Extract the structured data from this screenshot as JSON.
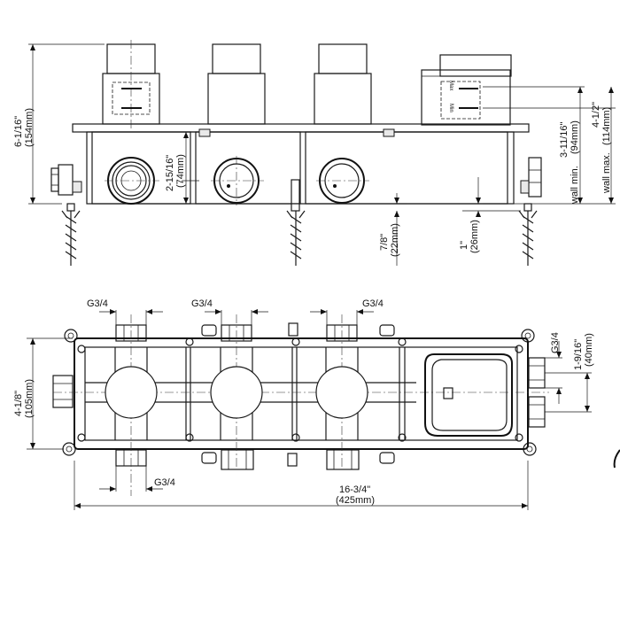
{
  "front_view": {
    "overall_height": {
      "inch": "6-1/16\"",
      "mm": "(154mm)"
    },
    "port_height": {
      "inch": "2-15/16\"",
      "mm": "(74mm)"
    },
    "anchor_depth": {
      "inch": "7/8\"",
      "mm": "(22mm)"
    },
    "anchor_depth_2": {
      "inch": "1\"",
      "mm": "(26mm)"
    },
    "wall_min": {
      "inch": "3-11/16\"",
      "mm": "(94mm)",
      "label": "wall min."
    },
    "wall_max": {
      "inch": "4-1/2\"",
      "mm": "(114mm)",
      "label": "wall max."
    },
    "gauge_max": "Max",
    "gauge_min": "Min"
  },
  "top_view": {
    "thread_top_1": "G3/4",
    "thread_top_2": "G3/4",
    "thread_top_3": "G3/4",
    "thread_bottom": "G3/4",
    "thread_right": "G3/4",
    "port_spacing": {
      "inch": "1-9/16\"",
      "mm": "(40mm)"
    },
    "width": {
      "inch": "4-1/8\"",
      "mm": "(105mm)"
    },
    "length": {
      "inch": "16-3/4\"",
      "mm": "(425mm)"
    }
  }
}
